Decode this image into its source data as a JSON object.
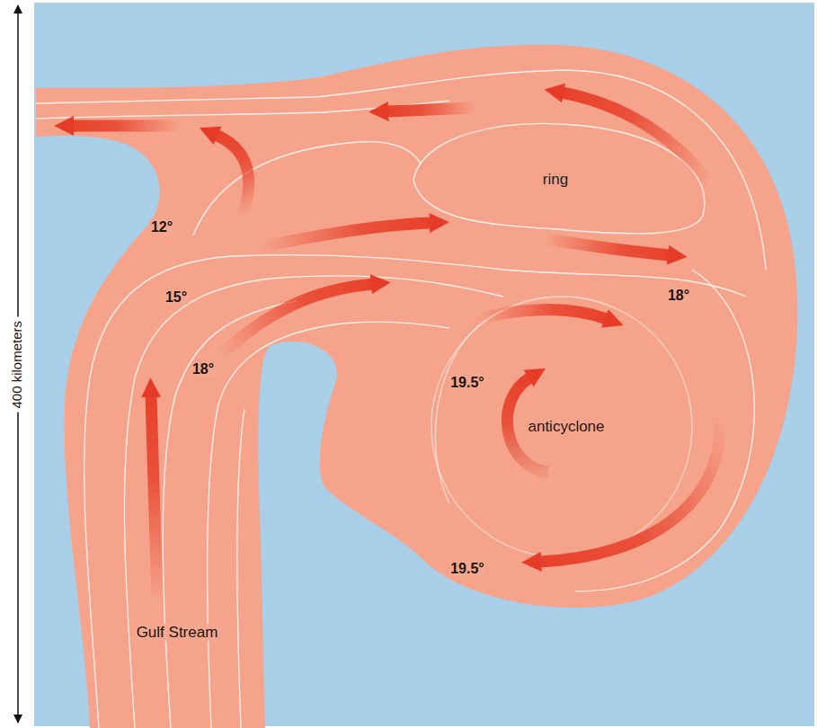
{
  "diagram": {
    "nodes": [
      {
        "text": [
          "Gulf Stream"
        ]
      },
      {
        "text": [
          "ring"
        ],
        "in": 0
      },
      {
        "text": [
          "anticyclone"
        ],
        "in": 0
      }
    ],
    "labels": [
      "400 kilometers",
      "12°",
      "15°",
      "18°",
      "18°",
      "19.5°",
      "19.5°"
    ]
  }
}
